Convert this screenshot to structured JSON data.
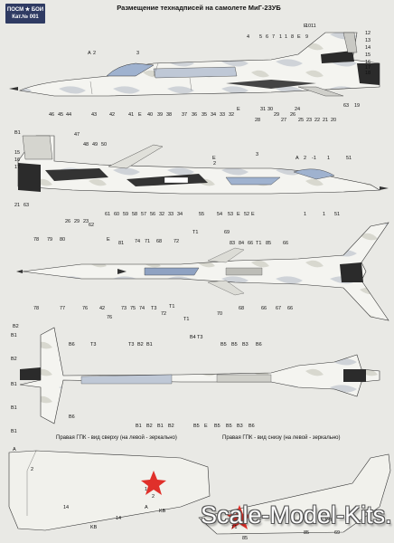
{
  "logo": {
    "line1": "ПОСМ ★ БОИ",
    "line2": "Кат.№ 001"
  },
  "title": "Размещение технадписей на самолете МиГ-23УБ",
  "captions": {
    "fin_right": "Правая ГПК - вид сверху (на левой - зеркально)",
    "fin_left": "Правая ГПК - вид снизу (на левой - зеркально)"
  },
  "watermark": "Scale-Model-Kits.",
  "colors": {
    "paper": "#e9e9e5",
    "star": "#e0302a",
    "panel_dark": "#2b2b2b",
    "sky": "#5a6fa8"
  },
  "callouts": {
    "side_right_top": [
      "A",
      "2",
      "3",
      "4",
      "5",
      "6",
      "7",
      "1",
      "1",
      "8",
      "E",
      "E",
      "9",
      "10",
      "11",
      "12",
      "13",
      "14",
      "15",
      "16",
      "17",
      "18"
    ],
    "side_right_bottom": [
      "46",
      "45",
      "44",
      "43",
      "42",
      "41",
      "E",
      "40",
      "39",
      "38",
      "37",
      "36",
      "35",
      "34",
      "33",
      "32",
      "E",
      "28",
      "29",
      "27",
      "26",
      "25",
      "23",
      "22",
      "21",
      "20",
      "19",
      "63",
      "24",
      "31",
      "30"
    ],
    "side_left_top": [
      "B1",
      "47",
      "48",
      "49",
      "50",
      "E",
      "2",
      "3",
      "A",
      "2",
      "-1",
      "1",
      "51"
    ],
    "side_left_bottom": [
      "21",
      "63",
      "15",
      "16",
      "17",
      "26",
      "29",
      "23",
      "61",
      "60",
      "59",
      "58",
      "57",
      "56",
      "32",
      "33",
      "34",
      "55",
      "54",
      "53",
      "E",
      "52",
      "E",
      "1",
      "1",
      "51",
      "62"
    ],
    "top_view_top": [
      "78",
      "79",
      "80",
      "E",
      "81",
      "74",
      "71",
      "68",
      "72",
      "T1",
      "69",
      "83",
      "84",
      "66",
      "T1",
      "85",
      "66"
    ],
    "top_view_bottom": [
      "78",
      "77",
      "76",
      "42",
      "73",
      "75",
      "74",
      "T3",
      "72",
      "T1",
      "T1",
      "70",
      "68",
      "66",
      "67",
      "66",
      "76"
    ],
    "bottom_view_top": [
      "B2",
      "B6",
      "T3",
      "T3",
      "B2",
      "B1",
      "B4",
      "T3",
      "B5",
      "B5",
      "B3",
      "B6"
    ],
    "bottom_view_side": [
      "B1",
      "B2",
      "B1",
      "B1",
      "B1"
    ],
    "bottom_view_bottom": [
      "B6",
      "B1",
      "B2",
      "B1",
      "B2",
      "B5",
      "E",
      "B5",
      "B5",
      "B3",
      "B6"
    ],
    "fin_right": [
      "A",
      "2",
      "1",
      "2",
      "A",
      "14",
      "14",
      "KB",
      "KB"
    ],
    "fin_left": [
      "T1",
      "T1",
      "85",
      "85",
      "69",
      "KB"
    ]
  }
}
